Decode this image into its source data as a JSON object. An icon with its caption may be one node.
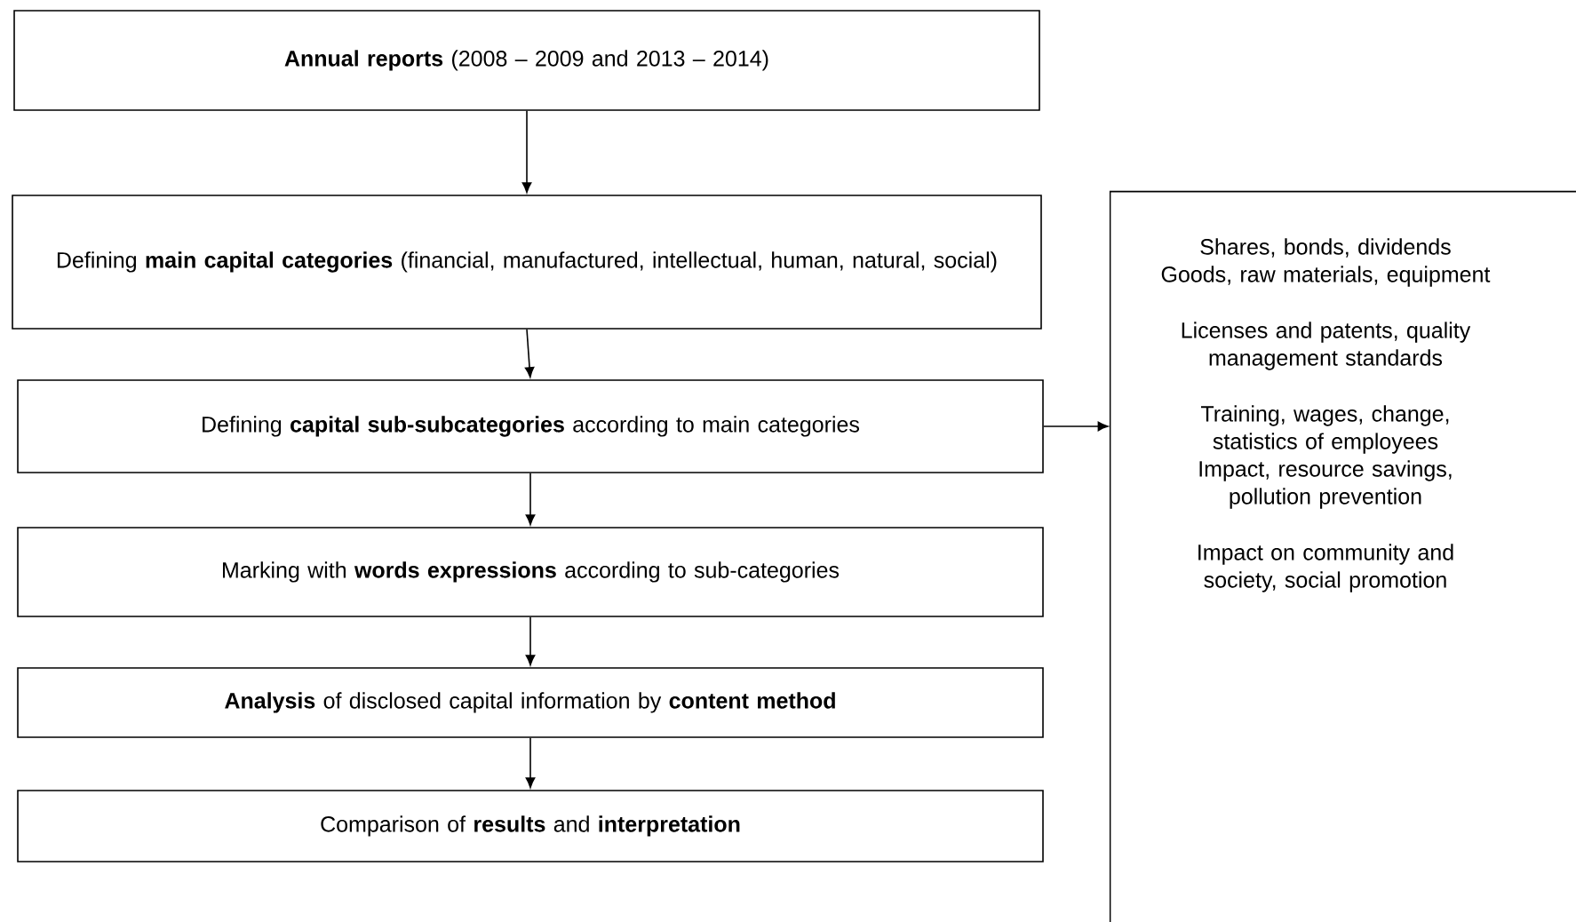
{
  "diagram": {
    "nodes": [
      {
        "text": [
          "**Annual reports** (2008 – 2009 and 2013 – 2014)"
        ]
      },
      {
        "text": [
          "Defining **main capital categories** (financial, manufactured, intellectual, human, natural, social)"
        ]
      },
      {
        "text": [
          "Defining **capital sub-subcategories** according to main categories"
        ]
      },
      {
        "text": [
          "Marking with **words expressions** according to sub-categories"
        ]
      },
      {
        "text": [
          "**Analysis** of disclosed capital information by **content method**"
        ]
      },
      {
        "text": [
          "Comparison of **results** and **interpretation**"
        ]
      },
      {
        "text": [
          "Shares, bonds, dividends",
          "Goods, raw materials, equipment",
          "Licenses and patents, quality management standards",
          "Training, wages, change, statistics of employees",
          "Impact, resource savings, pollution prevention",
          "Impact on community and society, social promotion"
        ]
      }
    ],
    "edges": [
      {
        "from": 0,
        "to": 1,
        "arrow": "to"
      },
      {
        "from": 1,
        "to": 2,
        "arrow": "to"
      },
      {
        "from": 2,
        "to": 6,
        "arrow": "to"
      },
      {
        "from": 2,
        "to": 3,
        "arrow": "to"
      },
      {
        "from": 3,
        "to": 4,
        "arrow": "to"
      },
      {
        "from": 4,
        "to": 5,
        "arrow": "to"
      }
    ]
  }
}
